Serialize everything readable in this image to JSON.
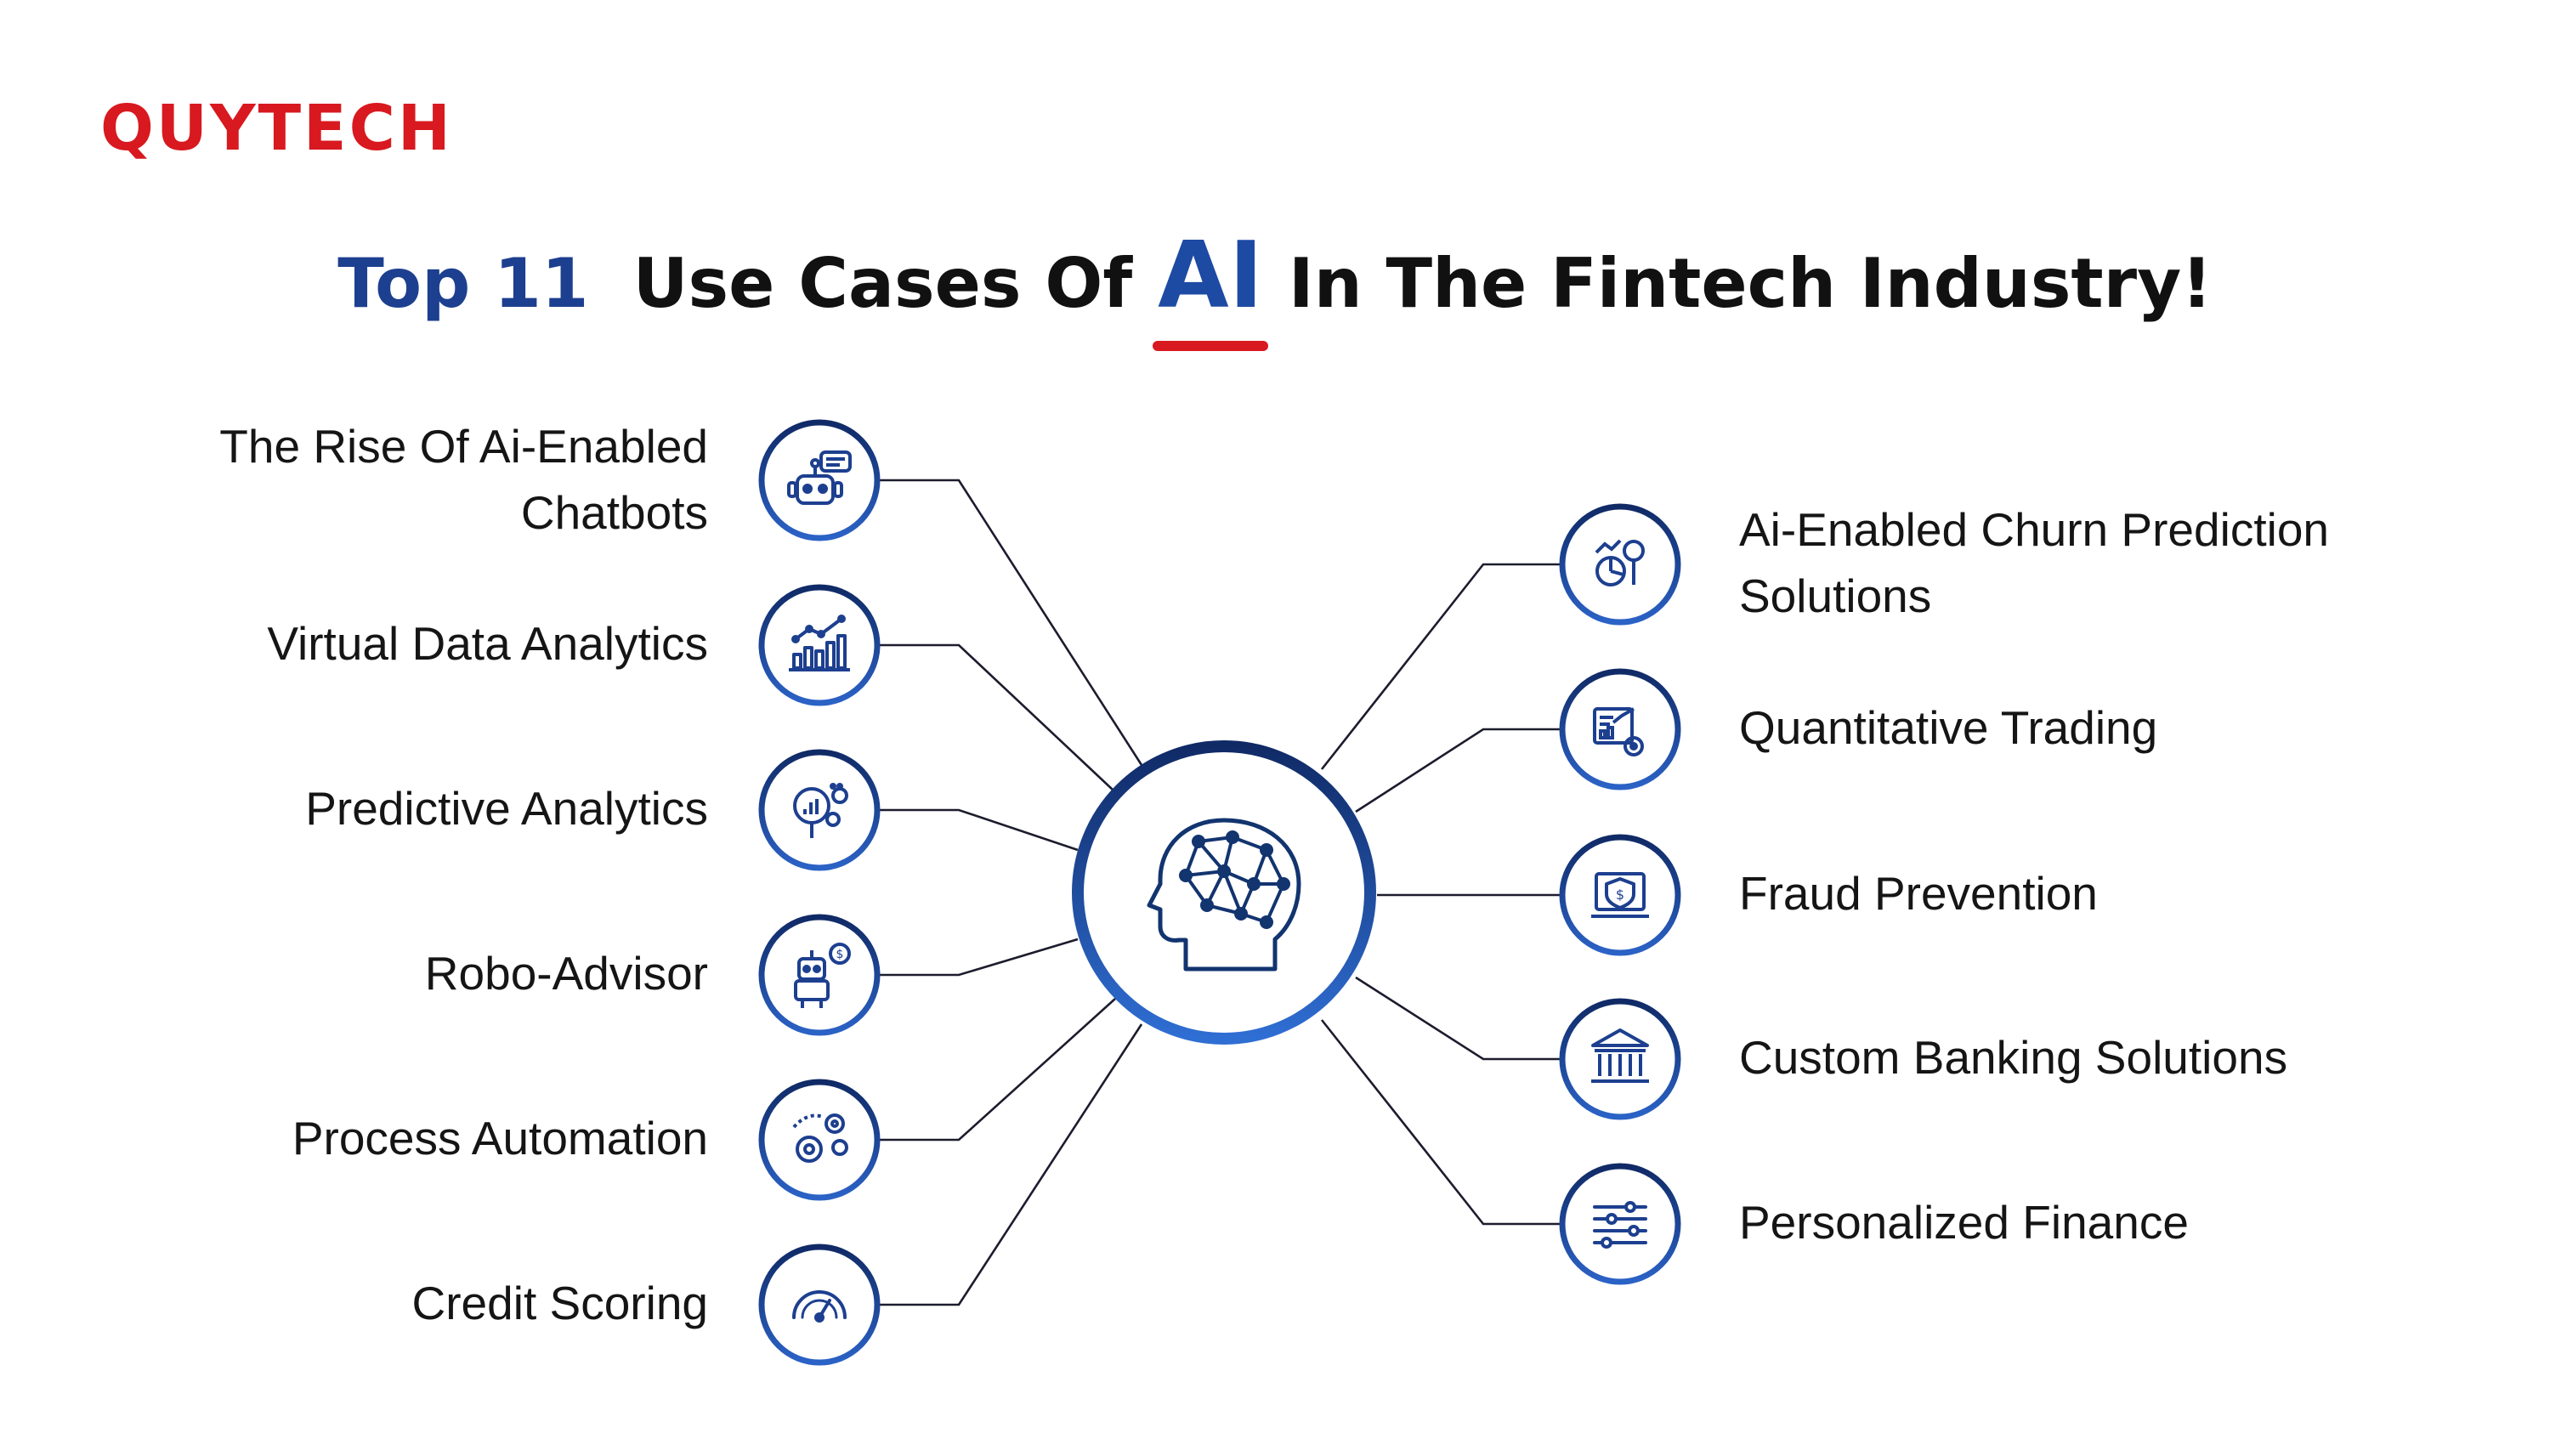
{
  "brand": {
    "logo_text": "QUYTECH",
    "color": "#d8191f"
  },
  "title": {
    "part1": "Top 11",
    "part2": "Use Cases Of",
    "highlight": "AI",
    "part3": "In The Fintech Industry!"
  },
  "colors": {
    "accent_blue": "#1d4aa3",
    "dark_navy": "#102a66",
    "underline_red": "#d8191f"
  },
  "center": {
    "icon": "ai-brain-head-icon"
  },
  "use_cases_left": [
    {
      "line1": "The Rise Of Ai-Enabled",
      "line2": "Chatbots",
      "icon": "chatbot-icon"
    },
    {
      "line1": "Virtual Data Analytics",
      "line2": "",
      "icon": "bar-chart-trend-icon"
    },
    {
      "line1": "Predictive Analytics",
      "line2": "",
      "icon": "magnifier-analytics-icon"
    },
    {
      "line1": "Robo-Advisor",
      "line2": "",
      "icon": "robot-dollar-icon"
    },
    {
      "line1": "Process Automation",
      "line2": "",
      "icon": "gears-icon"
    },
    {
      "line1": "Credit Scoring",
      "line2": "",
      "icon": "gauge-icon"
    }
  ],
  "use_cases_right": [
    {
      "line1": "Ai-Enabled Churn Prediction",
      "line2": "Solutions",
      "icon": "churn-prediction-icon"
    },
    {
      "line1": "Quantitative Trading",
      "line2": "",
      "icon": "trading-chart-icon"
    },
    {
      "line1": "Fraud Prevention",
      "line2": "",
      "icon": "shield-dollar-icon"
    },
    {
      "line1": "Custom Banking Solutions",
      "line2": "",
      "icon": "bank-icon"
    },
    {
      "line1": "Personalized Finance",
      "line2": "",
      "icon": "sliders-icon"
    }
  ]
}
